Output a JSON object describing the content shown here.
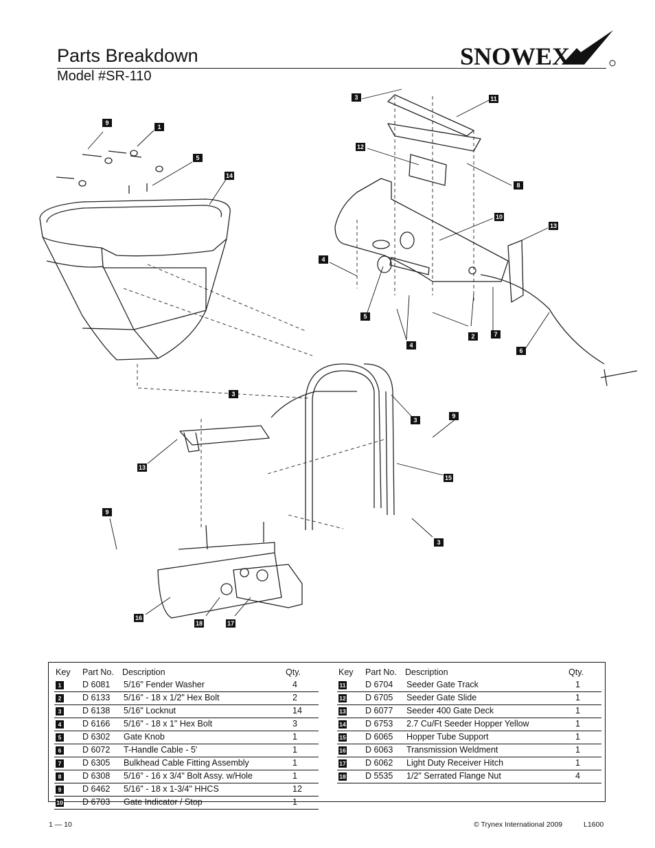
{
  "header": {
    "title": "Parts Breakdown",
    "model": "Model #SR-110",
    "logo_text": "SNOWEX"
  },
  "callouts": [
    {
      "label": "9"
    },
    {
      "label": "1"
    },
    {
      "label": "5"
    },
    {
      "label": "14"
    },
    {
      "label": "3"
    },
    {
      "label": "11"
    },
    {
      "label": "12"
    },
    {
      "label": "8"
    },
    {
      "label": "10"
    },
    {
      "label": "13"
    },
    {
      "label": "4"
    },
    {
      "label": "5"
    },
    {
      "label": "4"
    },
    {
      "label": "2"
    },
    {
      "label": "7"
    },
    {
      "label": "6"
    },
    {
      "label": "3"
    },
    {
      "label": "3"
    },
    {
      "label": "9"
    },
    {
      "label": "13"
    },
    {
      "label": "15"
    },
    {
      "label": "9"
    },
    {
      "label": "3"
    },
    {
      "label": "16"
    },
    {
      "label": "18"
    },
    {
      "label": "17"
    }
  ],
  "table": {
    "headers": {
      "key": "Key",
      "part": "Part No.",
      "desc": "Description",
      "qty": "Qty."
    },
    "left": [
      {
        "key": "1",
        "part": "D 6081",
        "desc": "5/16\" Fender Washer",
        "qty": "4"
      },
      {
        "key": "2",
        "part": "D 6133",
        "desc": "5/16\" - 18 x 1/2\" Hex Bolt",
        "qty": "2"
      },
      {
        "key": "3",
        "part": "D 6138",
        "desc": "5/16\" Locknut",
        "qty": "14"
      },
      {
        "key": "4",
        "part": "D 6166",
        "desc": "5/16\" - 18 x 1\" Hex Bolt",
        "qty": "3"
      },
      {
        "key": "5",
        "part": "D 6302",
        "desc": "Gate Knob",
        "qty": "1"
      },
      {
        "key": "6",
        "part": "D 6072",
        "desc": "T-Handle Cable - 5'",
        "qty": "1"
      },
      {
        "key": "7",
        "part": "D 6305",
        "desc": "Bulkhead Cable Fitting Assembly",
        "qty": "1"
      },
      {
        "key": "8",
        "part": "D 6308",
        "desc": "5/16\" - 16 x 3/4\" Bolt Assy. w/Hole",
        "qty": "1"
      },
      {
        "key": "9",
        "part": "D 6462",
        "desc": "5/16\" - 18 x 1-3/4\" HHCS",
        "qty": "12"
      },
      {
        "key": "10",
        "part": "D 6703",
        "desc": "Gate Indicator / Stop",
        "qty": "1"
      }
    ],
    "right": [
      {
        "key": "11",
        "part": "D 6704",
        "desc": "Seeder Gate Track",
        "qty": "1"
      },
      {
        "key": "12",
        "part": "D 6705",
        "desc": "Seeder Gate Slide",
        "qty": "1"
      },
      {
        "key": "13",
        "part": "D 6077",
        "desc": "Seeder 400 Gate Deck",
        "qty": "1"
      },
      {
        "key": "14",
        "part": "D 6753",
        "desc": "2.7 Cu/Ft Seeder Hopper Yellow",
        "qty": "1"
      },
      {
        "key": "15",
        "part": "D 6065",
        "desc": "Hopper Tube Support",
        "qty": "1"
      },
      {
        "key": "16",
        "part": "D 6063",
        "desc": "Transmission Weldment",
        "qty": "1"
      },
      {
        "key": "17",
        "part": "D 6062",
        "desc": "Light Duty Receiver Hitch",
        "qty": "1"
      },
      {
        "key": "18",
        "part": "D 5535",
        "desc": "1/2\" Serrated Flange Nut",
        "qty": "4"
      }
    ]
  },
  "footer": {
    "page": "1 — 10",
    "copyright": "© Trynex International 2009",
    "code": "L1600"
  }
}
